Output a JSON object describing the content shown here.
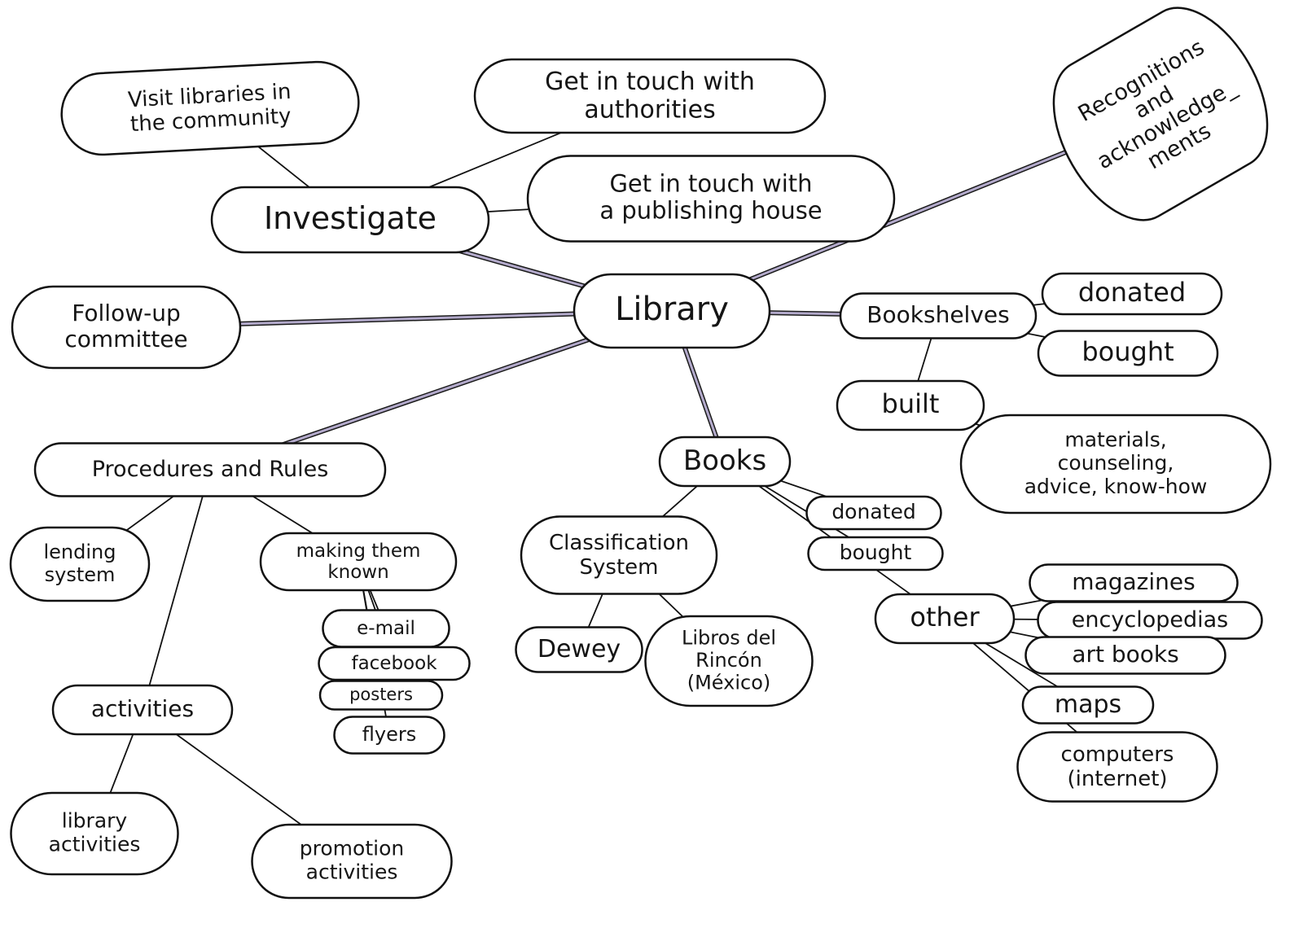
{
  "title": "Library",
  "colors": {
    "main_branch": "#b3aacb",
    "ink": "#111111",
    "paper": "#ffffff"
  },
  "nodes": [
    {
      "id": "library",
      "label": "Library"
    },
    {
      "id": "investigate",
      "label": "Investigate"
    },
    {
      "id": "visit",
      "label": "Visit libraries in\nthe community"
    },
    {
      "id": "authorities",
      "label": "Get in touch with\nauthorities"
    },
    {
      "id": "publishing",
      "label": "Get in touch with\na publishing house"
    },
    {
      "id": "recognitions",
      "label": "Recognitions\nand\nacknowledge_\nments"
    },
    {
      "id": "followup",
      "label": "Follow-up\ncommittee"
    },
    {
      "id": "bookshelves",
      "label": "Bookshelves"
    },
    {
      "id": "shelf_donated",
      "label": "donated"
    },
    {
      "id": "shelf_bought",
      "label": "bought"
    },
    {
      "id": "built",
      "label": "built"
    },
    {
      "id": "materials",
      "label": "materials,\ncounseling,\nadvice, know-how"
    },
    {
      "id": "books",
      "label": "Books"
    },
    {
      "id": "books_donated",
      "label": "donated"
    },
    {
      "id": "books_bought",
      "label": "bought"
    },
    {
      "id": "classification",
      "label": "Classification\nSystem"
    },
    {
      "id": "dewey",
      "label": "Dewey"
    },
    {
      "id": "libros",
      "label": "Libros del\nRincón\n(México)"
    },
    {
      "id": "other",
      "label": "other"
    },
    {
      "id": "magazines",
      "label": "magazines"
    },
    {
      "id": "encyclopedias",
      "label": "encyclopedias"
    },
    {
      "id": "artbooks",
      "label": "art books"
    },
    {
      "id": "maps",
      "label": "maps"
    },
    {
      "id": "computers",
      "label": "computers\n(internet)"
    },
    {
      "id": "procedures",
      "label": "Procedures and Rules"
    },
    {
      "id": "lending",
      "label": "lending\nsystem"
    },
    {
      "id": "making",
      "label": "making them\nknown"
    },
    {
      "id": "email",
      "label": "e-mail"
    },
    {
      "id": "facebook",
      "label": "facebook"
    },
    {
      "id": "posters",
      "label": "posters"
    },
    {
      "id": "flyers",
      "label": "flyers"
    },
    {
      "id": "activities",
      "label": "activities"
    },
    {
      "id": "libact",
      "label": "library\nactivities"
    },
    {
      "id": "promo",
      "label": "promotion\nactivities"
    }
  ],
  "edges": [
    {
      "from": "library",
      "to": "investigate",
      "main": true
    },
    {
      "from": "library",
      "to": "followup",
      "main": true
    },
    {
      "from": "library",
      "to": "procedures",
      "main": true
    },
    {
      "from": "library",
      "to": "books",
      "main": true
    },
    {
      "from": "library",
      "to": "bookshelves",
      "main": true
    },
    {
      "from": "library",
      "to": "recognitions",
      "main": true
    },
    {
      "from": "investigate",
      "to": "visit"
    },
    {
      "from": "investigate",
      "to": "authorities"
    },
    {
      "from": "investigate",
      "to": "publishing"
    },
    {
      "from": "bookshelves",
      "to": "shelf_donated"
    },
    {
      "from": "bookshelves",
      "to": "shelf_bought"
    },
    {
      "from": "bookshelves",
      "to": "built"
    },
    {
      "from": "built",
      "to": "materials"
    },
    {
      "from": "books",
      "to": "books_donated"
    },
    {
      "from": "books",
      "to": "books_bought"
    },
    {
      "from": "books",
      "to": "classification"
    },
    {
      "from": "books",
      "to": "other"
    },
    {
      "from": "classification",
      "to": "dewey"
    },
    {
      "from": "classification",
      "to": "libros"
    },
    {
      "from": "other",
      "to": "magazines"
    },
    {
      "from": "other",
      "to": "encyclopedias"
    },
    {
      "from": "other",
      "to": "artbooks"
    },
    {
      "from": "other",
      "to": "maps"
    },
    {
      "from": "other",
      "to": "computers"
    },
    {
      "from": "procedures",
      "to": "lending"
    },
    {
      "from": "procedures",
      "to": "making"
    },
    {
      "from": "procedures",
      "to": "activities"
    },
    {
      "from": "making",
      "to": "email"
    },
    {
      "from": "making",
      "to": "facebook"
    },
    {
      "from": "making",
      "to": "posters"
    },
    {
      "from": "making",
      "to": "flyers"
    },
    {
      "from": "activities",
      "to": "libact"
    },
    {
      "from": "activities",
      "to": "promo"
    }
  ]
}
